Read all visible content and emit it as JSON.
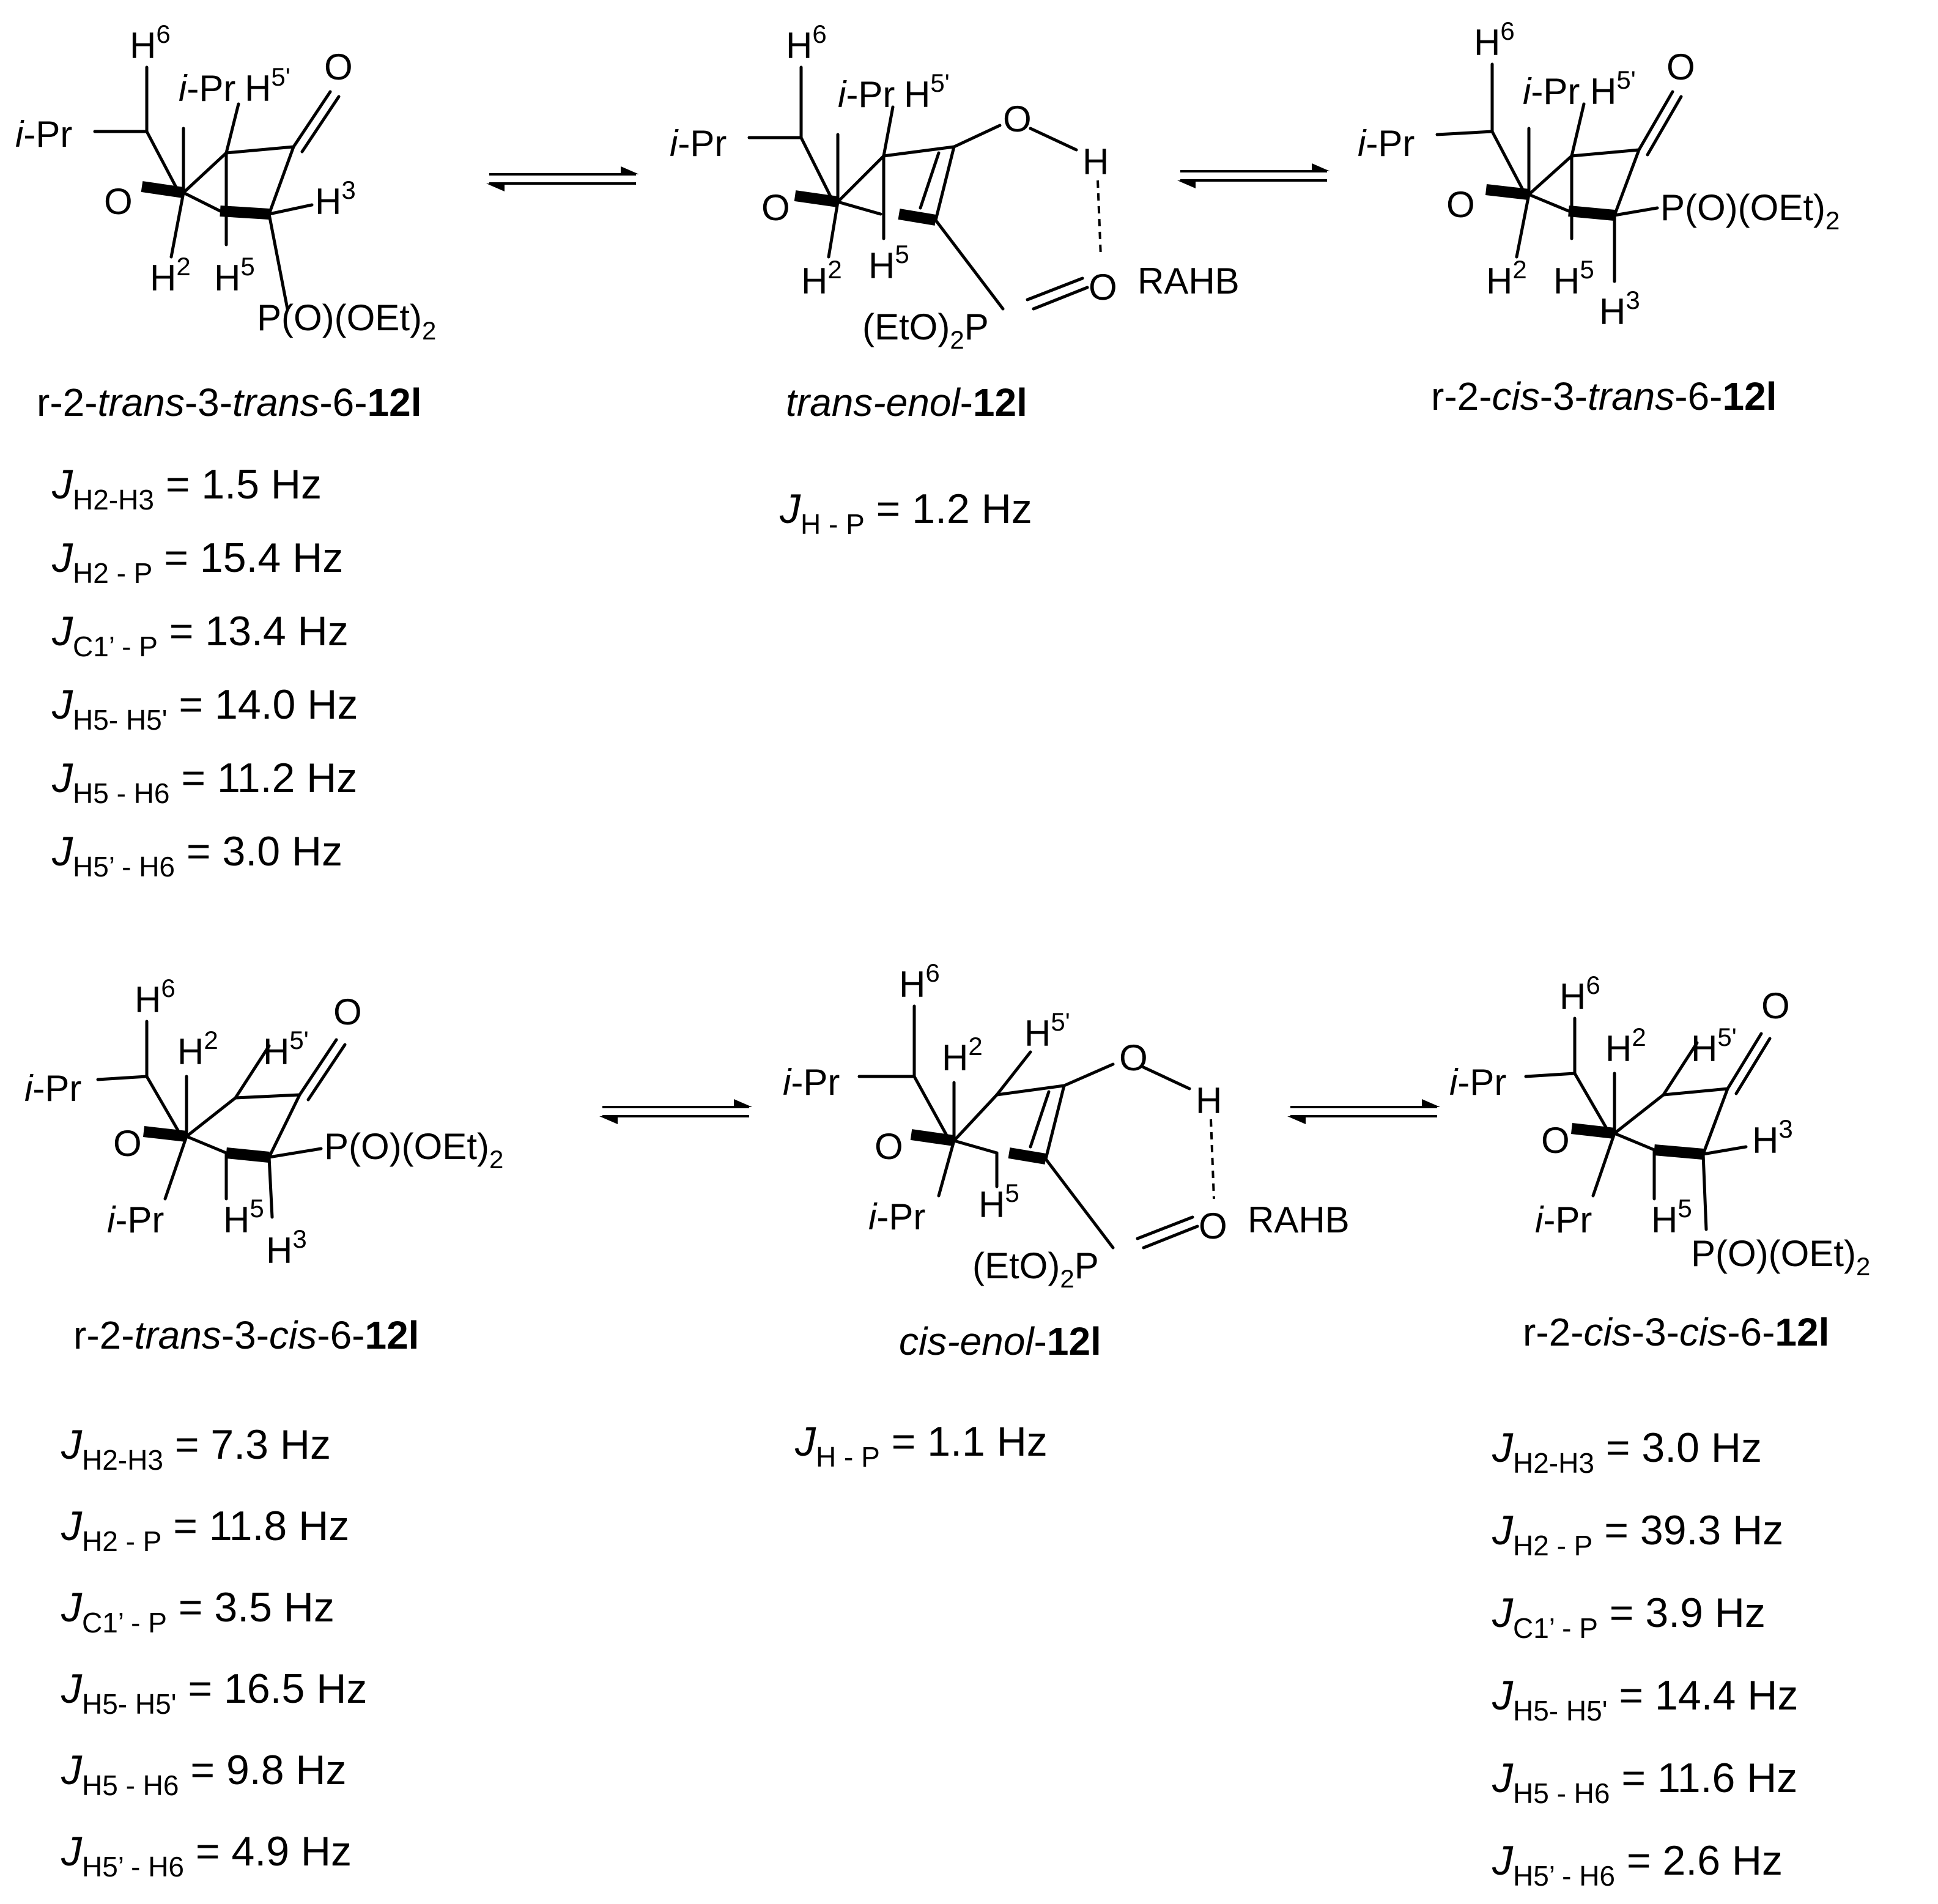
{
  "atoms": {
    "H": "H",
    "O": "O",
    "OH_O": "O",
    "P": "P",
    "iPr_italic": "i",
    "iPr_rest": "-Pr",
    "sup2": "2",
    "sup3": "3",
    "sup5": "5",
    "sup5p": "5'",
    "sup6": "6",
    "PO_main": "P(O)(OEt)",
    "sub2": "2",
    "EtO_main": "(EtO)",
    "RAHB": "RAHB"
  },
  "structures": [
    {
      "id": "A",
      "prefix": "r-2-",
      "it1": "trans",
      "mid": "-3-",
      "it2": "trans",
      "suffix": "-6-",
      "bold": "12l"
    },
    {
      "id": "B",
      "it_only": "trans-enol",
      "suffix": "-",
      "bold": "12l"
    },
    {
      "id": "C",
      "prefix": "r-2-",
      "it1": "cis",
      "mid": "-3-",
      "it2": "trans",
      "suffix": "-6-",
      "bold": "12l"
    },
    {
      "id": "D",
      "prefix": "r-2-",
      "it1": "trans",
      "mid": "-3-",
      "it2": "cis",
      "suffix": "-6-",
      "bold": "12l"
    },
    {
      "id": "E",
      "it_only": "cis-enol",
      "suffix": "-",
      "bold": "12l"
    },
    {
      "id": "F",
      "prefix": "r-2-",
      "it1": "cis",
      "mid": "-3-",
      "it2": "cis",
      "suffix": "-6-",
      "bold": "12l"
    }
  ],
  "coupling_constants": {
    "A": [
      {
        "sym": "J",
        "sub": "H2-H3",
        "value": " = 1.5 Hz"
      },
      {
        "sym": "J",
        "sub": "H2 - P",
        "value": " = 15.4 Hz"
      },
      {
        "sym": "J",
        "sub": "C1’ - P",
        "value": " = 13.4 Hz"
      },
      {
        "sym": "J",
        "sub": "H5- H5'",
        "value": " = 14.0 Hz"
      },
      {
        "sym": "J",
        "sub": "H5 - H6",
        "value": " = 11.2 Hz"
      },
      {
        "sym": "J",
        "sub": "H5’ - H6",
        "value": " = 3.0 Hz"
      }
    ],
    "B": [
      {
        "sym": "J",
        "sub": "H - P",
        "value": " = 1.2 Hz"
      }
    ],
    "D": [
      {
        "sym": "J",
        "sub": "H2-H3",
        "value": " = 7.3 Hz"
      },
      {
        "sym": "J",
        "sub": "H2 - P",
        "value": " = 11.8 Hz"
      },
      {
        "sym": "J",
        "sub": "C1’ - P",
        "value": " = 3.5 Hz"
      },
      {
        "sym": "J",
        "sub": "H5- H5'",
        "value": " = 16.5 Hz"
      },
      {
        "sym": "J",
        "sub": "H5 - H6",
        "value": " = 9.8 Hz"
      },
      {
        "sym": "J",
        "sub": "H5’ - H6",
        "value": " = 4.9 Hz"
      }
    ],
    "E": [
      {
        "sym": "J",
        "sub": "H - P",
        "value": " = 1.1 Hz"
      }
    ],
    "F": [
      {
        "sym": "J",
        "sub": "H2-H3",
        "value": " = 3.0 Hz"
      },
      {
        "sym": "J",
        "sub": "H2 - P",
        "value": " = 39.3 Hz"
      },
      {
        "sym": "J",
        "sub": "C1’ - P",
        "value": " = 3.9 Hz"
      },
      {
        "sym": "J",
        "sub": "H5- H5'",
        "value": " = 14.4 Hz"
      },
      {
        "sym": "J",
        "sub": "H5 - H6",
        "value": " = 11.6 Hz"
      },
      {
        "sym": "J",
        "sub": "H5’ - H6",
        "value": " = 2.6 Hz"
      }
    ]
  }
}
